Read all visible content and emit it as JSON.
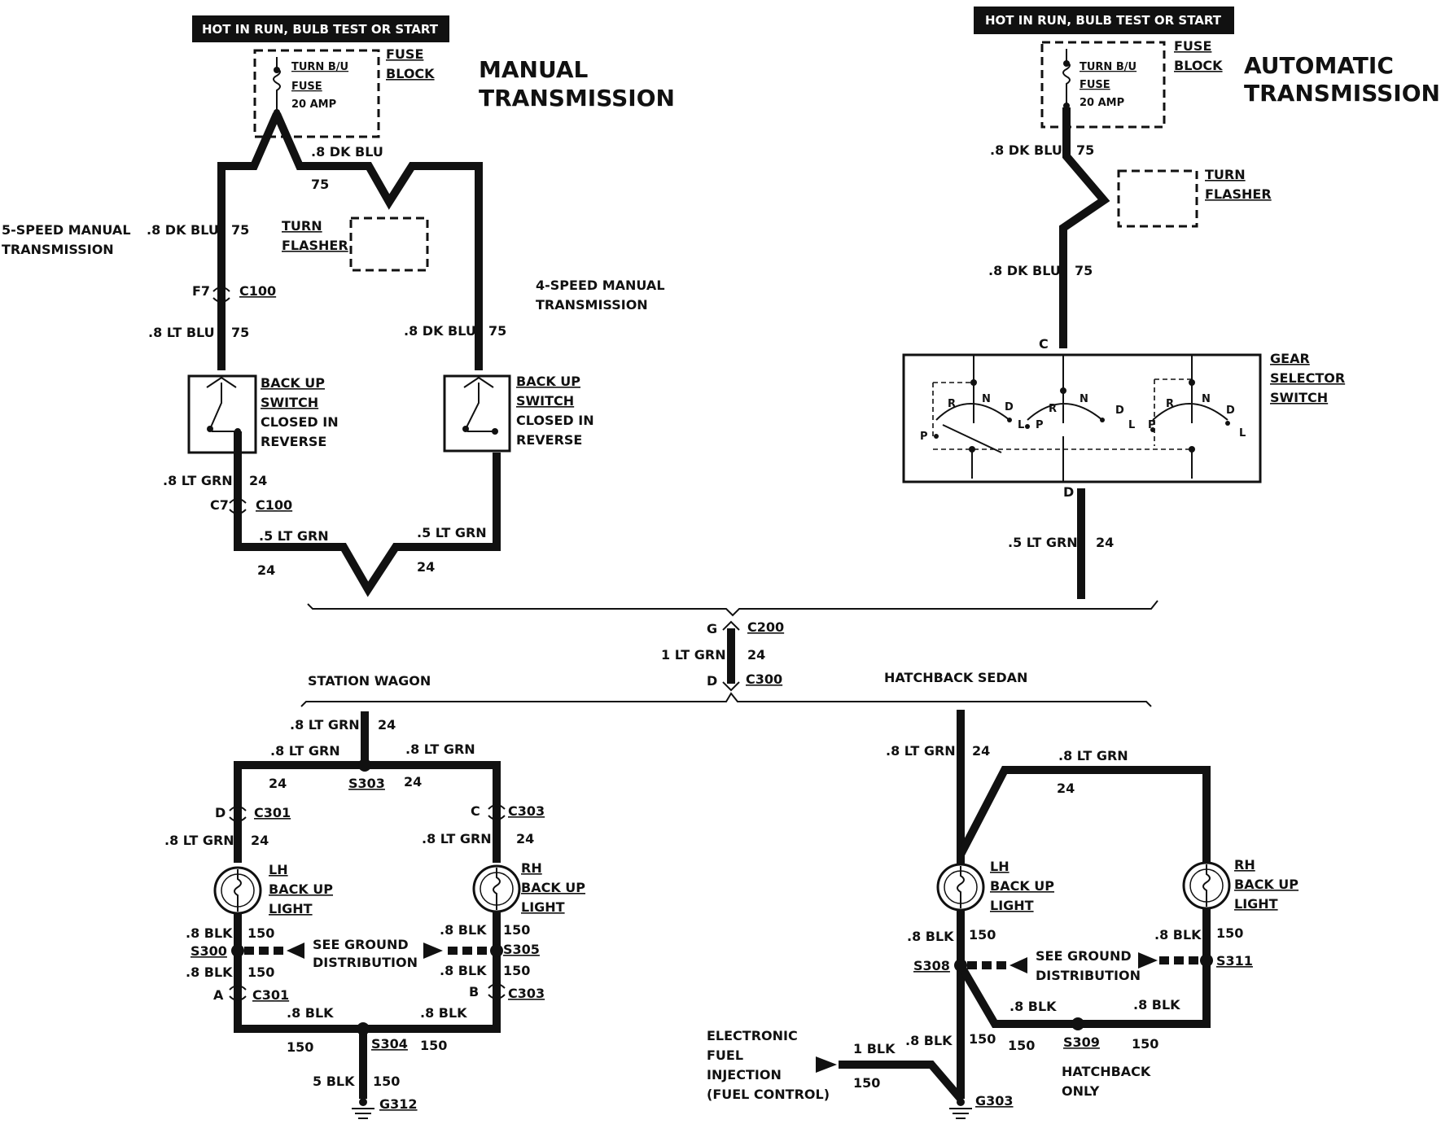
{
  "manual": {
    "banner": "HOT IN RUN, BULB TEST OR START",
    "fuse_lines": [
      "TURN B/U",
      "FUSE",
      "20 AMP"
    ],
    "fuse_block": [
      "FUSE",
      "BLOCK"
    ],
    "title": [
      "MANUAL",
      "TRANSMISSION"
    ],
    "five_speed": [
      "5-SPEED MANUAL",
      "TRANSMISSION"
    ],
    "four_speed": [
      "4-SPEED MANUAL",
      "TRANSMISSION"
    ],
    "top_wire": ".8 DK BLU",
    "top_circuit": "75",
    "left_wire_upper": ".8 DK BLU",
    "left_circuit_upper": "75",
    "turn_flasher": [
      "TURN",
      "FLASHER"
    ],
    "c100_pin_upper": "F7",
    "c100_upper": "C100",
    "left_wire_lower": ".8 LT BLU",
    "left_circuit_lower": "75",
    "right_wire": ".8 DK BLU",
    "right_circuit": "75",
    "backup_switch": [
      "BACK UP",
      "SWITCH",
      "CLOSED IN",
      "REVERSE"
    ],
    "lt_grn_wire": ".8 LT GRN",
    "lt_grn_circuit": "24",
    "c100_pin_lower": "C7",
    "c100_lower": "C100",
    "bottom_left_wire": ".5 LT GRN",
    "bottom_left_circuit": "24",
    "bottom_right_wire": ".5 LT GRN",
    "bottom_right_circuit": "24"
  },
  "automatic": {
    "banner": "HOT IN RUN, BULB TEST OR START",
    "fuse_lines": [
      "TURN B/U",
      "FUSE",
      "20 AMP"
    ],
    "fuse_block": [
      "FUSE",
      "BLOCK"
    ],
    "title": [
      "AUTOMATIC",
      "TRANSMISSION"
    ],
    "wire_upper": ".8 DK BLU",
    "circuit_upper": "75",
    "turn_flasher": [
      "TURN",
      "FLASHER"
    ],
    "wire_lower": ".8 DK BLU",
    "circuit_lower": "75",
    "pin_c": "C",
    "gear_selector": [
      "GEAR",
      "SELECTOR",
      "SWITCH"
    ],
    "positions": [
      "P",
      "R",
      "N",
      "D",
      "L"
    ],
    "pin_d": "D",
    "out_wire": ".5 LT GRN",
    "out_circuit": "24"
  },
  "center": {
    "pin_g": "G",
    "c200": "C200",
    "wire": "1 LT GRN",
    "circuit": "24",
    "pin_d": "D",
    "c300": "C300"
  },
  "wagon": {
    "title": "STATION WAGON",
    "trunk_wire": ".8 LT GRN",
    "trunk_circuit": "24",
    "left_top_wire": ".8 LT GRN",
    "right_top_wire": ".8 LT GRN",
    "left_top_circuit": "24",
    "right_top_circuit": "24",
    "s303": "S303",
    "pin_d": "D",
    "c301_upper": "C301",
    "pin_c": "C",
    "c303_upper": "C303",
    "left_wire": ".8 LT GRN",
    "left_circuit": "24",
    "right_wire": ".8 LT GRN",
    "right_circuit": "24",
    "lh_light": [
      "LH",
      "BACK UP",
      "LIGHT"
    ],
    "rh_light": [
      "RH",
      "BACK UP",
      "LIGHT"
    ],
    "blk_wire": ".8 BLK",
    "blk_circuit": "150",
    "s300": "S300",
    "s305": "S305",
    "ground_dist": [
      "SEE GROUND",
      "DISTRIBUTION"
    ],
    "pin_a": "A",
    "c301_lower": "C301",
    "pin_b": "B",
    "c303_lower": "C303",
    "s304": "S304",
    "bottom_wire": "5 BLK",
    "bottom_circuit": "150",
    "g312": "G312"
  },
  "hatch": {
    "title": "HATCHBACK SEDAN",
    "trunk_wire": ".8 LT GRN",
    "trunk_circuit": "24",
    "top_wire": ".8 LT GRN",
    "top_circuit": "24",
    "lh_light": [
      "LH",
      "BACK UP",
      "LIGHT"
    ],
    "rh_light": [
      "RH",
      "BACK UP",
      "LIGHT"
    ],
    "blk_wire": ".8 BLK",
    "blk_circuit": "150",
    "s308": "S308",
    "s311": "S311",
    "ground_dist": [
      "SEE GROUND",
      "DISTRIBUTION"
    ],
    "s309": "S309",
    "hatchback_only": [
      "HATCHBACK",
      "ONLY"
    ],
    "efi": [
      "ELECTRONIC",
      "FUEL",
      "INJECTION",
      "(FUEL CONTROL)"
    ],
    "efi_wire": "1 BLK",
    "efi_circuit": "150",
    "g303": "G303"
  }
}
